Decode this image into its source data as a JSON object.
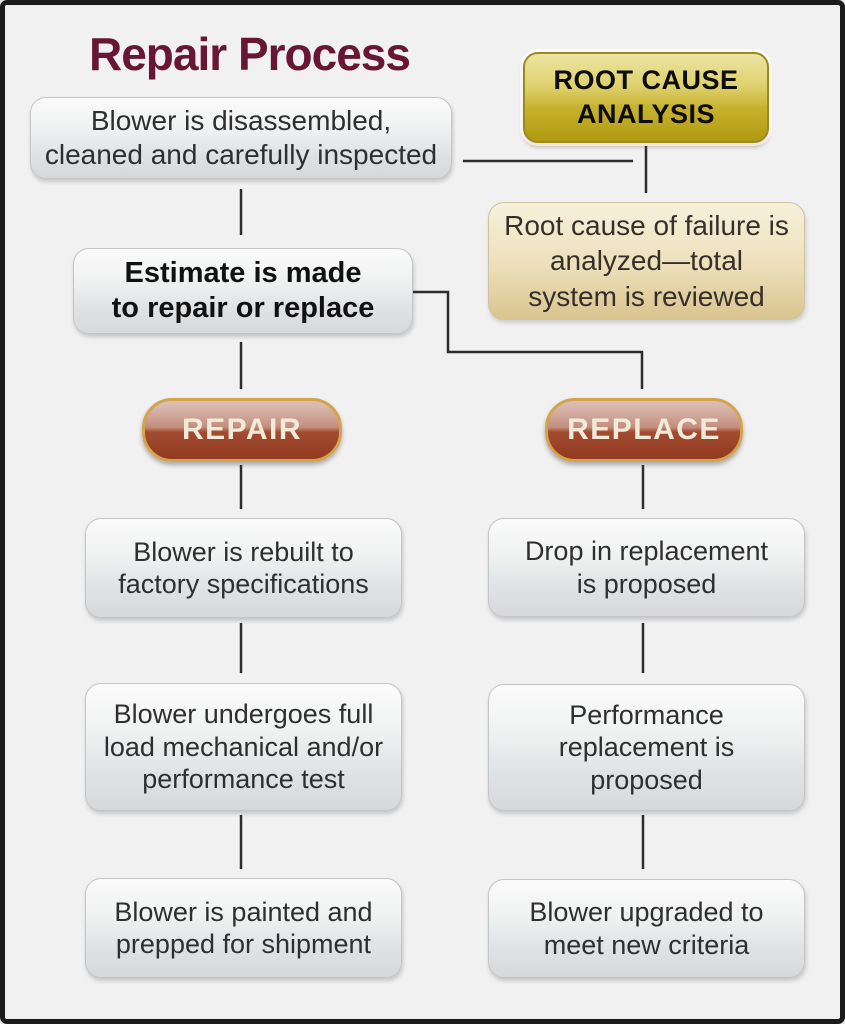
{
  "title": "Repair Process",
  "colors": {
    "title_text": "#671733",
    "frame_border": "#1b1b1b",
    "background": "#f1f1f2",
    "gray_node": "#e8e9ea",
    "gold_node": "#c7b22e",
    "tan_node": "#e3d3a6",
    "brick_pill": "#9c4527",
    "pill_border_gold": "#d4a44c",
    "pill_text": "#f2ead9",
    "arrow": "#2d2d2d"
  },
  "nodes": {
    "disassembled": {
      "text": "Blower is disassembled,\ncleaned and carefully inspected"
    },
    "root_cause": {
      "text": "ROOT CAUSE\nANALYSIS"
    },
    "analyzed": {
      "text": "Root cause of failure is\nanalyzed—total\nsystem is reviewed"
    },
    "estimate": {
      "text": "Estimate is made\nto repair or replace"
    },
    "repair": {
      "label": "REPAIR"
    },
    "replace": {
      "label": "REPLACE"
    },
    "rebuilt": {
      "text": "Blower is rebuilt to\nfactory specifications"
    },
    "full_load_test": {
      "text": "Blower undergoes full\nload mechanical and/or\nperformance test"
    },
    "painted": {
      "text": "Blower is painted and\nprepped for shipment"
    },
    "drop_in": {
      "text": "Drop in replacement\nis proposed"
    },
    "performance_replacement": {
      "text": "Performance\nreplacement is\nproposed"
    },
    "upgraded": {
      "text": "Blower upgraded to\nmeet new criteria"
    }
  },
  "edges": [
    {
      "from": "disassembled",
      "to": "estimate"
    },
    {
      "from": "disassembled",
      "to": "analyzed"
    },
    {
      "from": "root_cause",
      "to": "analyzed"
    },
    {
      "from": "estimate",
      "to": "repair"
    },
    {
      "from": "estimate",
      "to": "replace"
    },
    {
      "from": "repair",
      "to": "rebuilt"
    },
    {
      "from": "rebuilt",
      "to": "full_load_test"
    },
    {
      "from": "full_load_test",
      "to": "painted"
    },
    {
      "from": "replace",
      "to": "drop_in"
    },
    {
      "from": "drop_in",
      "to": "performance_replacement"
    },
    {
      "from": "performance_replacement",
      "to": "upgraded"
    }
  ]
}
